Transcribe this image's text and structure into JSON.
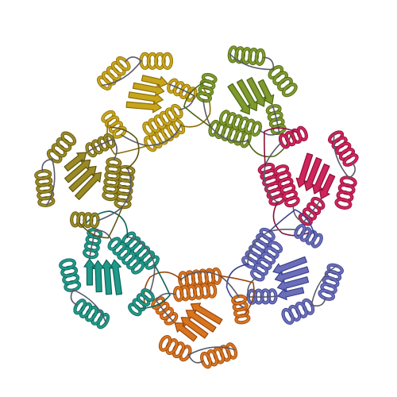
{
  "image": {
    "kind": "protein-ribbon-rendering",
    "background": "#ffffff",
    "subunit_count": 7,
    "subunits": [
      {
        "name": "chain-a",
        "color": "#c9a51a",
        "shade": "#8a6f0a"
      },
      {
        "name": "chain-b",
        "color": "#7e9a2c",
        "shade": "#4f6414"
      },
      {
        "name": "chain-c",
        "color": "#d0245c",
        "shade": "#8c1038"
      },
      {
        "name": "chain-d",
        "color": "#6a6fb8",
        "shade": "#3d4190"
      },
      {
        "name": "chain-e",
        "color": "#d9741e",
        "shade": "#98470c"
      },
      {
        "name": "chain-f",
        "color": "#1f9a8a",
        "shade": "#0e6458"
      },
      {
        "name": "chain-g",
        "color": "#9a8a24",
        "shade": "#5e5410"
      }
    ],
    "loop_color": "#5a5a6a"
  }
}
